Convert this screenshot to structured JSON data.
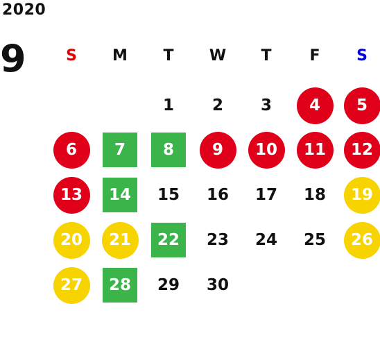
{
  "year": "2020",
  "month": "9",
  "colors": {
    "red": "#e0001a",
    "yellow": "#f7d300",
    "green": "#3bb54a",
    "sunday_label": "#e00000",
    "saturday_label": "#0000dd"
  },
  "weekdays": [
    {
      "label": "S",
      "color": "#e00000"
    },
    {
      "label": "M",
      "color": "#111111"
    },
    {
      "label": "T",
      "color": "#111111"
    },
    {
      "label": "W",
      "color": "#111111"
    },
    {
      "label": "T",
      "color": "#111111"
    },
    {
      "label": "F",
      "color": "#111111"
    },
    {
      "label": "S",
      "color": "#0000dd"
    }
  ],
  "first_weekday_index": 2,
  "days": [
    {
      "day": "1",
      "style": "plain"
    },
    {
      "day": "2",
      "style": "plain"
    },
    {
      "day": "3",
      "style": "plain"
    },
    {
      "day": "4",
      "style": "red-circle"
    },
    {
      "day": "5",
      "style": "red-circle"
    },
    {
      "day": "6",
      "style": "red-circle"
    },
    {
      "day": "7",
      "style": "green-square"
    },
    {
      "day": "8",
      "style": "green-square"
    },
    {
      "day": "9",
      "style": "red-circle"
    },
    {
      "day": "10",
      "style": "red-circle"
    },
    {
      "day": "11",
      "style": "red-circle"
    },
    {
      "day": "12",
      "style": "red-circle"
    },
    {
      "day": "13",
      "style": "red-circle"
    },
    {
      "day": "14",
      "style": "green-square"
    },
    {
      "day": "15",
      "style": "plain"
    },
    {
      "day": "16",
      "style": "plain"
    },
    {
      "day": "17",
      "style": "plain"
    },
    {
      "day": "18",
      "style": "plain"
    },
    {
      "day": "19",
      "style": "yellow-circle"
    },
    {
      "day": "20",
      "style": "yellow-circle"
    },
    {
      "day": "21",
      "style": "yellow-circle"
    },
    {
      "day": "22",
      "style": "green-square"
    },
    {
      "day": "23",
      "style": "plain"
    },
    {
      "day": "24",
      "style": "plain"
    },
    {
      "day": "25",
      "style": "plain"
    },
    {
      "day": "26",
      "style": "yellow-circle"
    },
    {
      "day": "27",
      "style": "yellow-circle"
    },
    {
      "day": "28",
      "style": "green-square"
    },
    {
      "day": "29",
      "style": "plain"
    },
    {
      "day": "30",
      "style": "plain"
    }
  ]
}
